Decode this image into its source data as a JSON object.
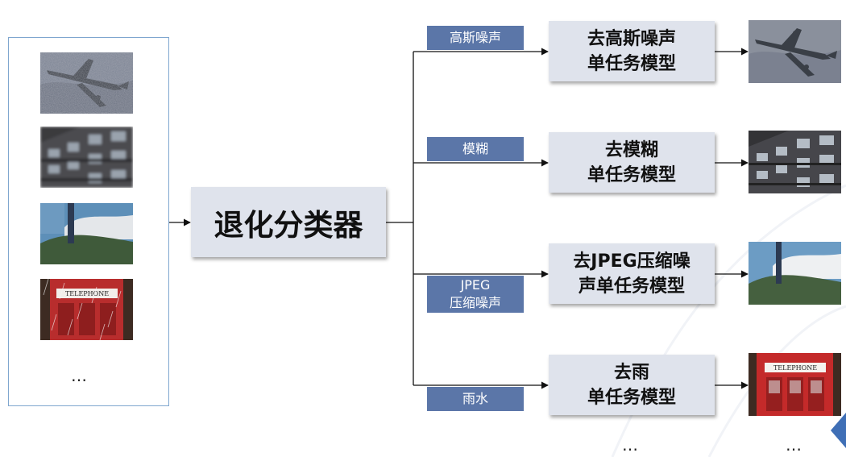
{
  "classifier": {
    "label": "退化分类器"
  },
  "input_panel": {
    "thumbnails": [
      "airplane",
      "building",
      "tower-sky",
      "telephone-booth"
    ],
    "ellipsis": "…"
  },
  "branches": [
    {
      "label_lines": [
        "高斯噪声"
      ],
      "model_lines": [
        "去高斯噪声",
        "单任务模型"
      ],
      "output": "airplane"
    },
    {
      "label_lines": [
        "模糊"
      ],
      "model_lines": [
        "去模糊",
        "单任务模型"
      ],
      "output": "building"
    },
    {
      "label_lines": [
        "JPEG",
        "压缩噪声"
      ],
      "model_lines": [
        "去JPEG压缩噪",
        "声单任务模型"
      ],
      "output": "tower-sky"
    },
    {
      "label_lines": [
        "雨水"
      ],
      "model_lines": [
        "去雨",
        "单任务模型"
      ],
      "output": "telephone-booth"
    }
  ],
  "bottom": {
    "model_ellipsis": "…",
    "output_ellipsis": "…"
  },
  "colors": {
    "label_bg": "#5b76a8",
    "box_bg": "#dfe3ec",
    "panel_border": "#7fa6cf",
    "accent": "#3f6fb6"
  },
  "telephone_text": "TELEPHONE"
}
